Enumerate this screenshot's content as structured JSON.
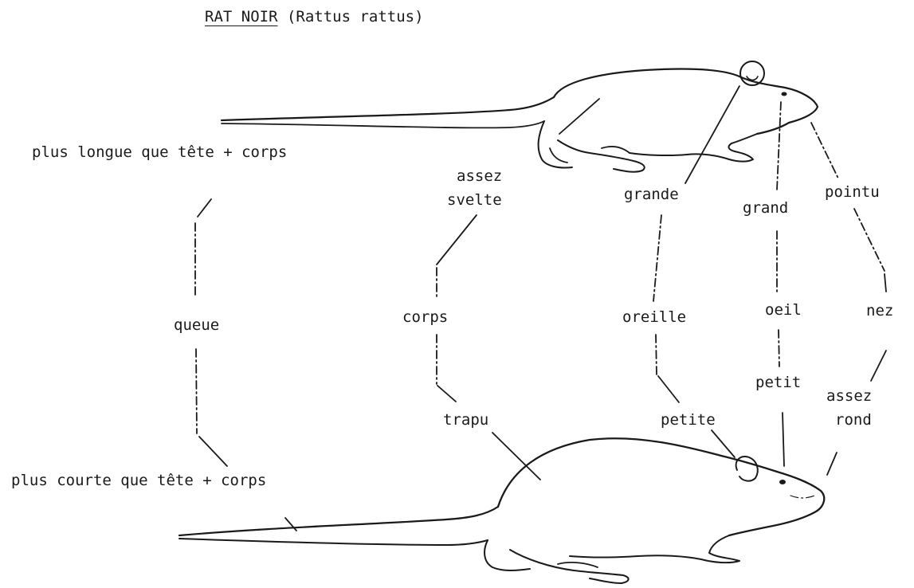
{
  "title": {
    "main": "RAT NOIR",
    "latin": "(Rattus rattus)"
  },
  "labels": {
    "tail_top": "plus longue que tête + corps",
    "tail_bottom": "plus courte que tête + corps",
    "tail": "queue",
    "body_top_line1": "assez",
    "body_top_line2": "svelte",
    "body": "corps",
    "body_bottom": "trapu",
    "ear_top": "grande",
    "ear": "oreille",
    "ear_bottom": "petite",
    "eye_top": "grand",
    "eye": "oeil",
    "eye_bottom": "petit",
    "nose_top": "pointu",
    "nose": "nez",
    "nose_bottom_line1": "assez",
    "nose_bottom_line2": "rond"
  }
}
